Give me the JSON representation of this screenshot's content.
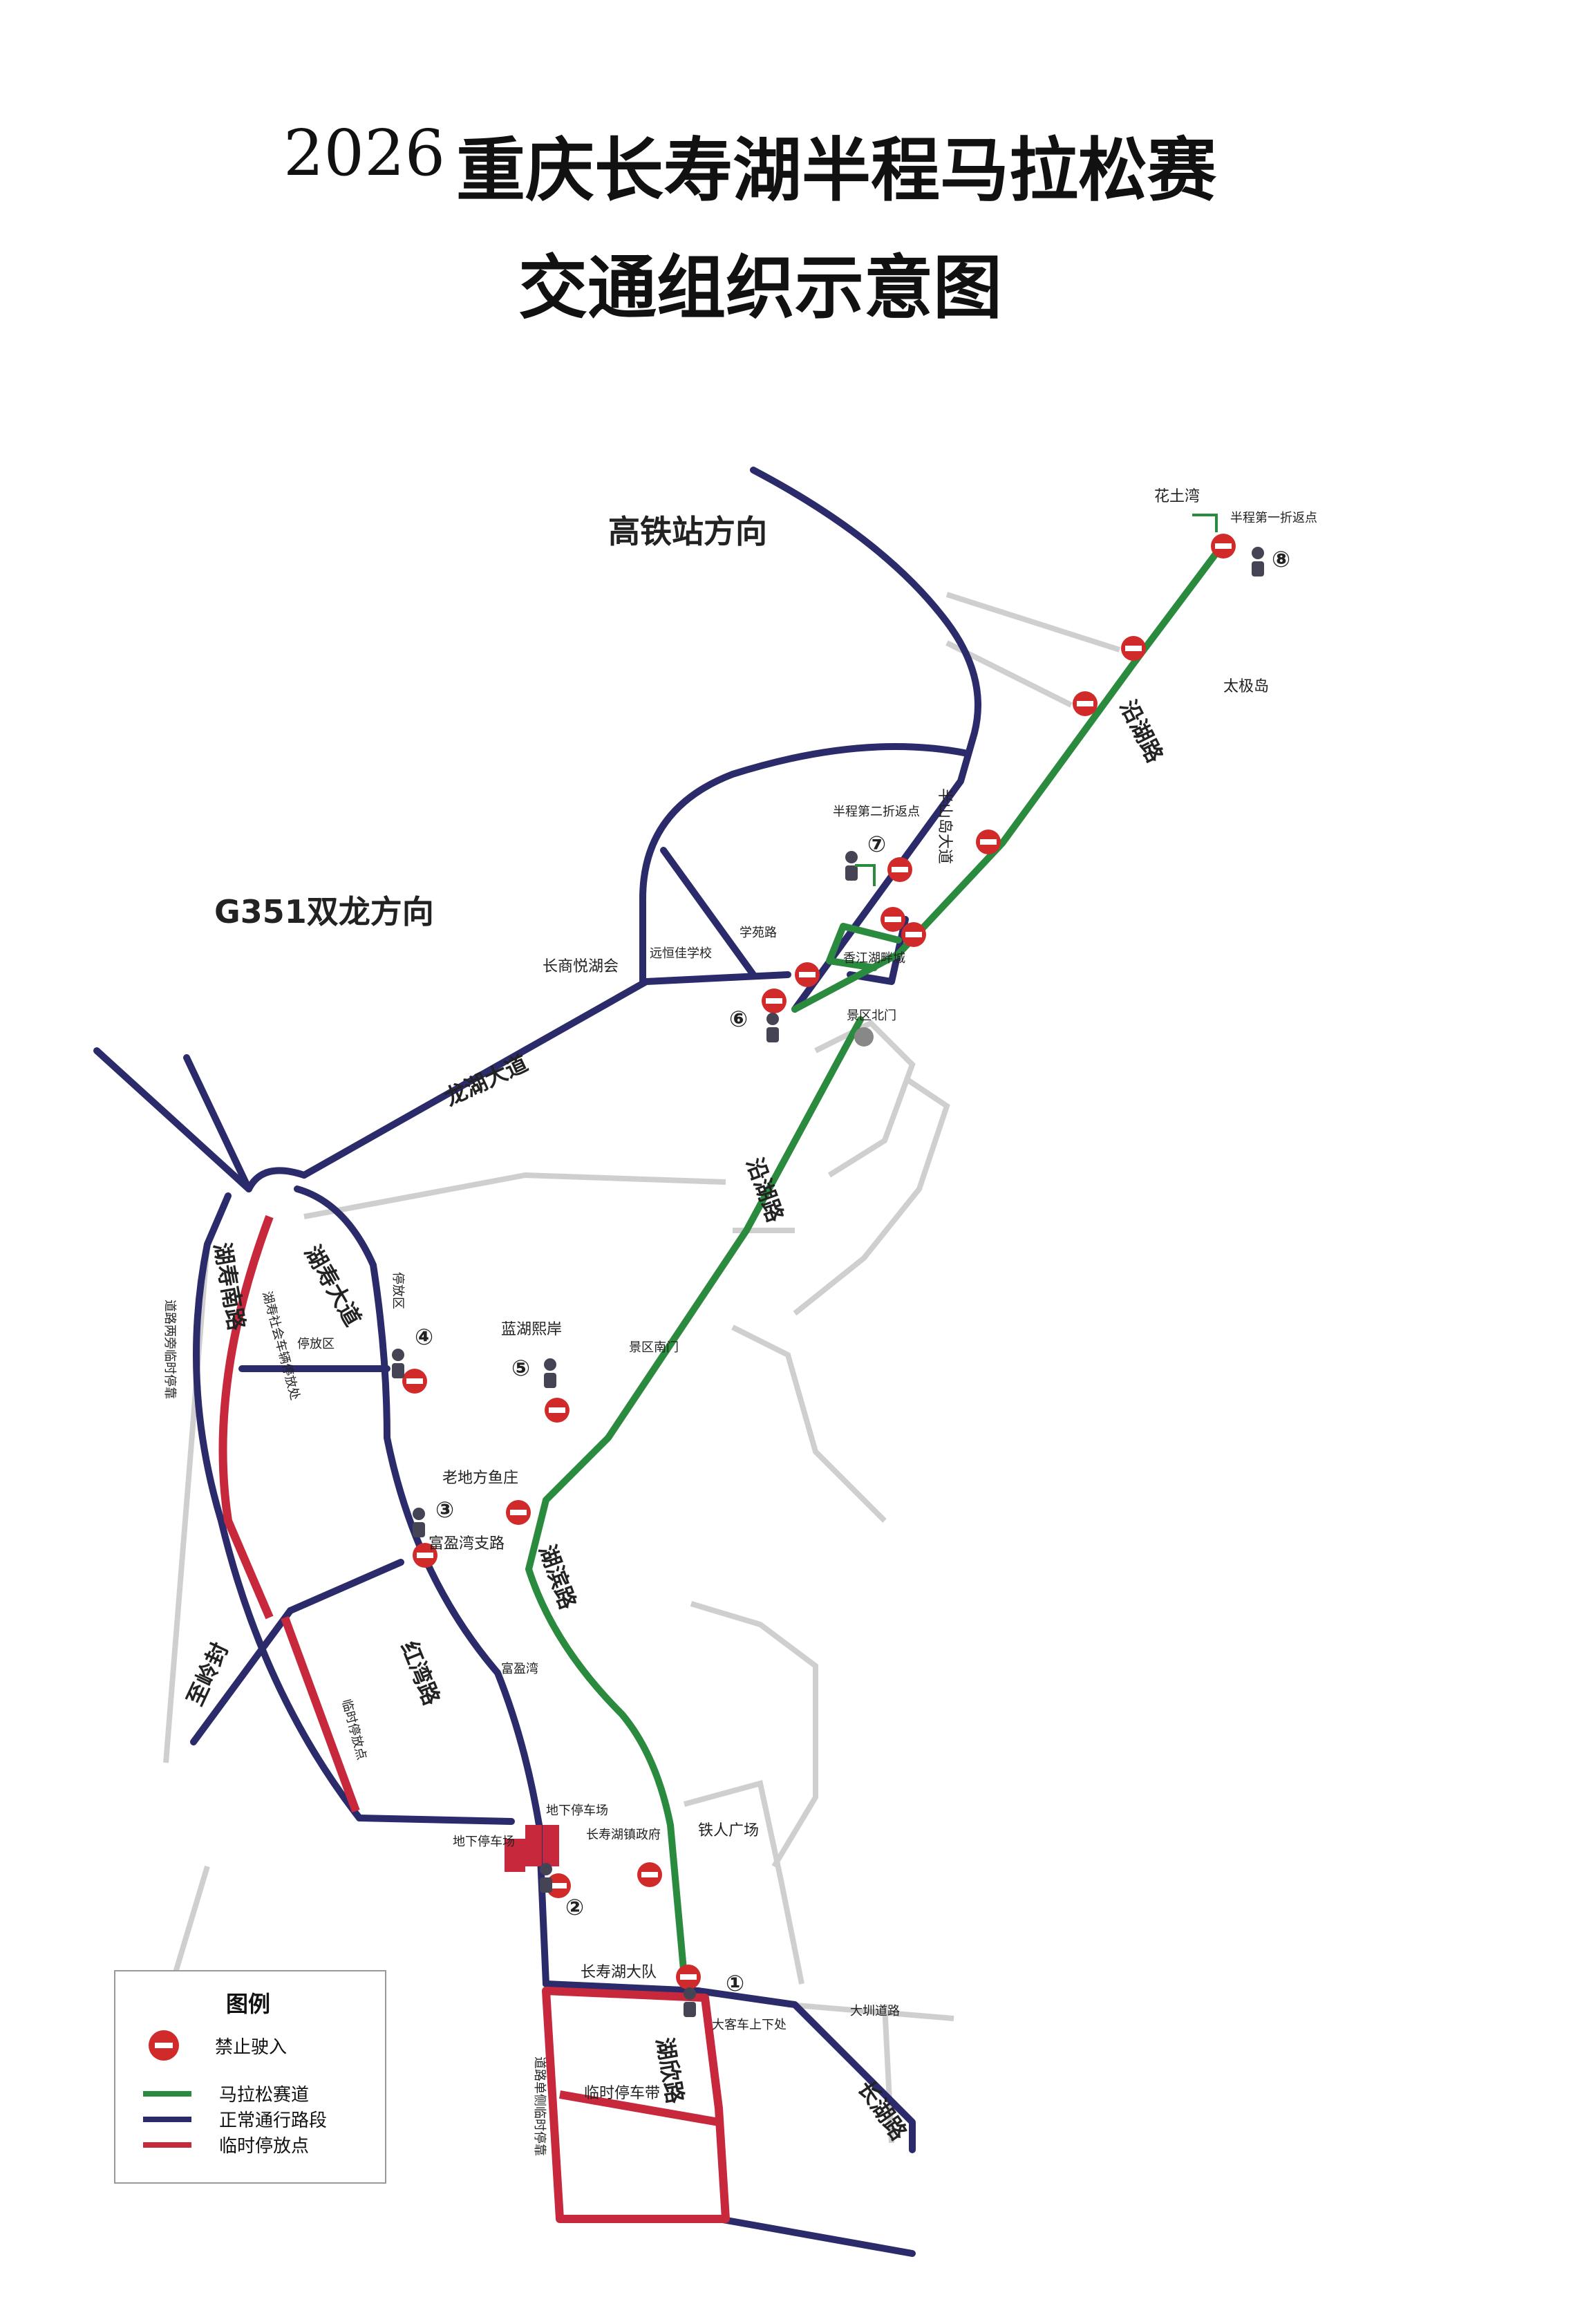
{
  "title": {
    "year": "2026",
    "main": "重庆长寿湖半程马拉松赛",
    "sub": "交通组织示意图"
  },
  "colors": {
    "race": "#2a8a3e",
    "normal": "#2b2a6b",
    "parking": "#c8283c",
    "noentry": "#d12a2a"
  },
  "directions": {
    "high_speed_rail": "高铁站方向",
    "g351": "G351双龙方向"
  },
  "roads": {
    "longhu": "龙湖大道",
    "yanhu_north": "沿湖路",
    "yanhu_mid": "沿湖路",
    "hushou": "湖寿大道",
    "hushou_nan": "湖寿南路",
    "hubin": "湖滨路",
    "hongwan": "红湾路",
    "huxin": "湖欣路",
    "changhu": "长湖路",
    "zhilingfeng": "至岭封",
    "fuyingwan_branch": "富盈湾支路",
    "banshan": "半山岛大道",
    "xueyuan": "学苑路",
    "dachuan": "大圳道路"
  },
  "places": {
    "huatuwan": "花土湾",
    "taijidao": "太极岛",
    "return1": "半程第一折返点",
    "return2": "半程第二折返点",
    "xiangjiang": "香江湖畔城",
    "yuanheng": "远恒佳学校",
    "changshang": "长商悦湖会",
    "jingqu_north": "景区北门",
    "jingqu_south": "景区南门",
    "lanhu": "蓝湖熙岸",
    "laodifang": "老地方鱼庄",
    "fuyingwan": "富盈湾",
    "tieren": "铁人广场",
    "government": "长寿湖镇政府",
    "underground1": "地下停车场",
    "underground2": "地下停车场",
    "changhu_brigade": "长寿湖大队",
    "bus_stop": "大客车上下处",
    "hushou_parking": "湖寿社会车辆停放处",
    "parking_zone": "停放区",
    "parking_zone2": "停放区",
    "temp_parking_belt": "临时停车带",
    "temp_parking_spot": "临时停放点",
    "side_note1": "道路两旁临时停靠",
    "side_note2": "道路单侧临时停靠"
  },
  "checkpoints": [
    "①",
    "②",
    "③",
    "④",
    "⑤",
    "⑥",
    "⑦",
    "⑧"
  ],
  "legend": {
    "title": "图例",
    "items": [
      {
        "label": "禁止驶入",
        "icon": "no-entry-icon"
      },
      {
        "label": "马拉松赛道",
        "color": "#2a8a3e"
      },
      {
        "label": "正常通行路段",
        "color": "#2b2a6b"
      },
      {
        "label": "临时停放点",
        "color": "#c8283c"
      }
    ]
  }
}
